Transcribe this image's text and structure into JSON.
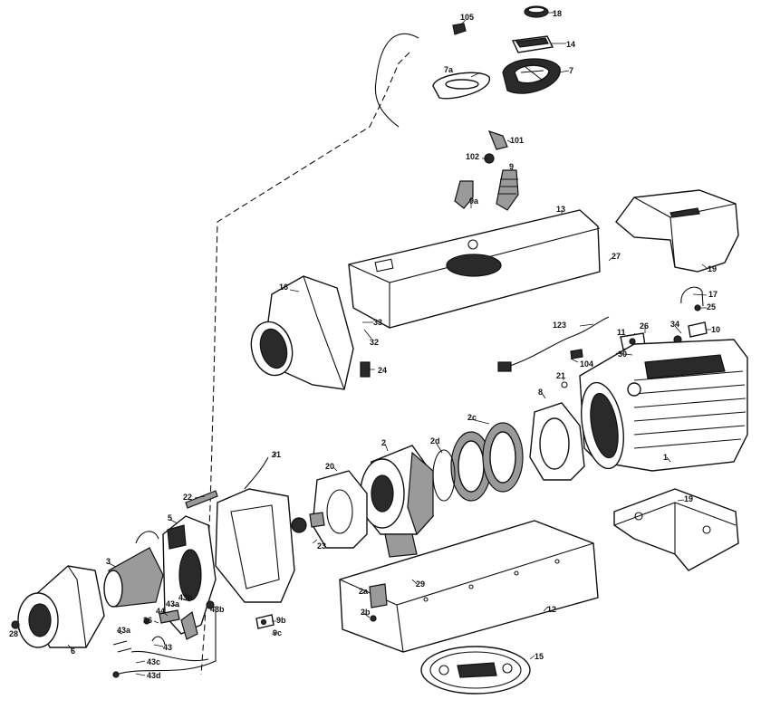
{
  "labels": [
    {
      "id": "105",
      "text": "105"
    },
    {
      "id": "18",
      "text": "18"
    },
    {
      "id": "14",
      "text": "14"
    },
    {
      "id": "7",
      "text": "7"
    },
    {
      "id": "7a",
      "text": "7a"
    },
    {
      "id": "101",
      "text": "101"
    },
    {
      "id": "102",
      "text": "102"
    },
    {
      "id": "9",
      "text": "9"
    },
    {
      "id": "9a",
      "text": "9a"
    },
    {
      "id": "13",
      "text": "13"
    },
    {
      "id": "27",
      "text": "27"
    },
    {
      "id": "19top",
      "text": "19"
    },
    {
      "id": "17",
      "text": "17"
    },
    {
      "id": "25",
      "text": "25"
    },
    {
      "id": "16",
      "text": "16"
    },
    {
      "id": "33",
      "text": "33"
    },
    {
      "id": "32",
      "text": "32"
    },
    {
      "id": "123",
      "text": "123"
    },
    {
      "id": "11",
      "text": "11"
    },
    {
      "id": "26",
      "text": "26"
    },
    {
      "id": "34",
      "text": "34"
    },
    {
      "id": "10",
      "text": "10"
    },
    {
      "id": "30",
      "text": "30"
    },
    {
      "id": "104",
      "text": "104"
    },
    {
      "id": "24",
      "text": "24"
    },
    {
      "id": "21",
      "text": "21"
    },
    {
      "id": "8",
      "text": "8"
    },
    {
      "id": "2c",
      "text": "2c"
    },
    {
      "id": "1",
      "text": "1"
    },
    {
      "id": "2d",
      "text": "2d"
    },
    {
      "id": "2",
      "text": "2"
    },
    {
      "id": "31",
      "text": "31"
    },
    {
      "id": "20",
      "text": "20"
    },
    {
      "id": "22",
      "text": "22"
    },
    {
      "id": "19bot",
      "text": "19"
    },
    {
      "id": "5",
      "text": "5"
    },
    {
      "id": "23",
      "text": "23"
    },
    {
      "id": "3",
      "text": "3"
    },
    {
      "id": "29",
      "text": "29"
    },
    {
      "id": "2a",
      "text": "2a"
    },
    {
      "id": "2b",
      "text": "2b"
    },
    {
      "id": "12",
      "text": "12"
    },
    {
      "id": "43a_r",
      "text": "43a"
    },
    {
      "id": "43b_t",
      "text": "43b"
    },
    {
      "id": "36",
      "text": "36"
    },
    {
      "id": "44",
      "text": "44"
    },
    {
      "id": "43b_r",
      "text": "43b"
    },
    {
      "id": "9b",
      "text": "9b"
    },
    {
      "id": "9c",
      "text": "9c"
    },
    {
      "id": "28",
      "text": "28"
    },
    {
      "id": "43a_l",
      "text": "43a"
    },
    {
      "id": "43",
      "text": "43"
    },
    {
      "id": "6",
      "text": "6"
    },
    {
      "id": "43c",
      "text": "43c"
    },
    {
      "id": "43d",
      "text": "43d"
    },
    {
      "id": "15",
      "text": "15"
    }
  ]
}
